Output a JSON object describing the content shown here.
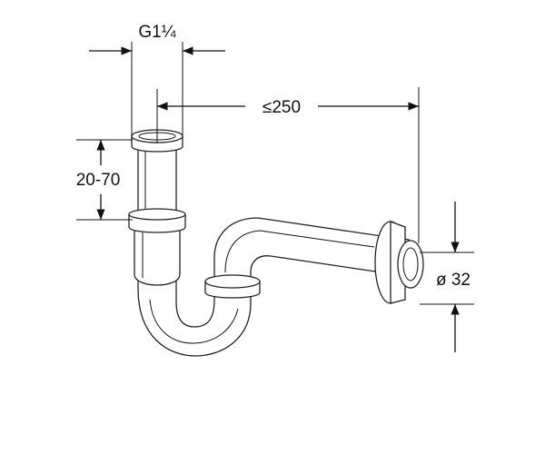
{
  "dimensions": {
    "thread_size": "G1¼",
    "max_length": "≤250",
    "height_adjustment": "20-70",
    "outlet_diameter": "ø 32"
  },
  "colors": {
    "stroke": "#111111",
    "background": "#ffffff"
  }
}
